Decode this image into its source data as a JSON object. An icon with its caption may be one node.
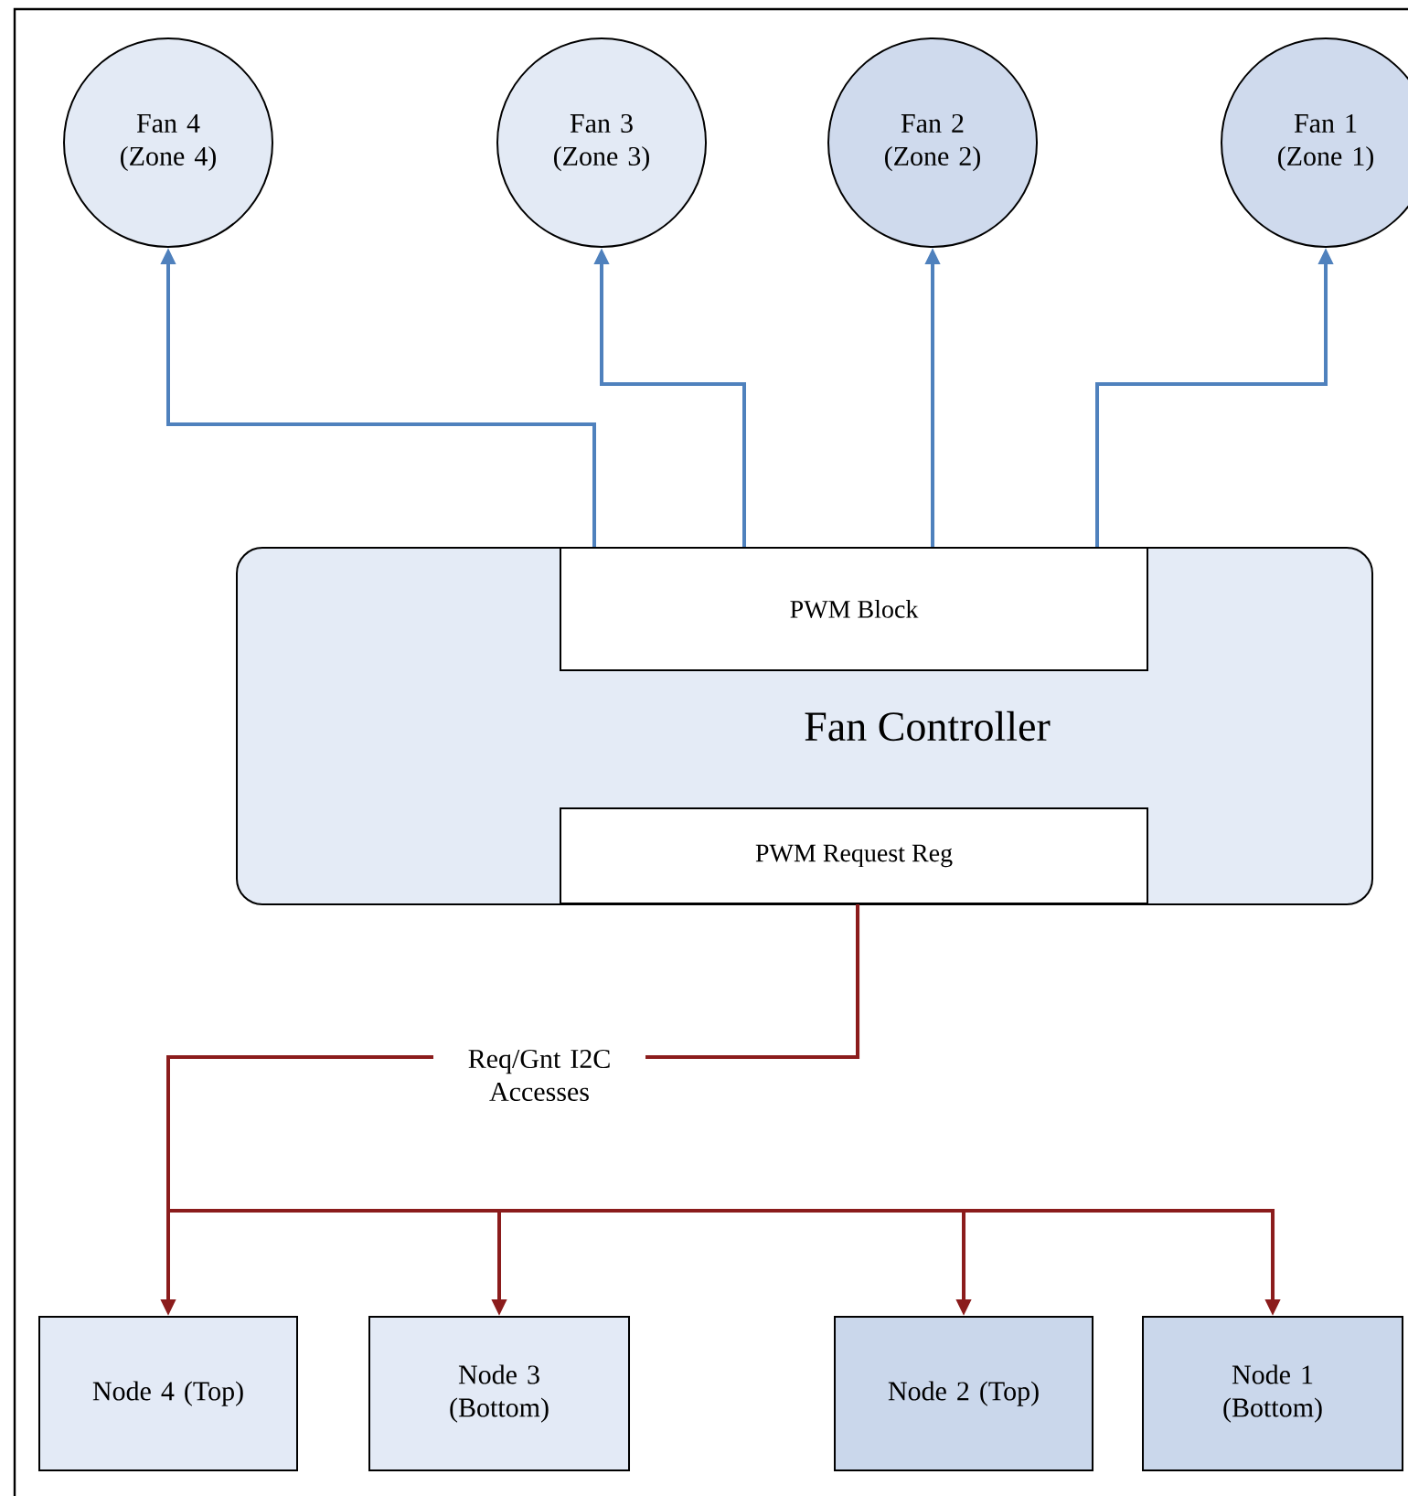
{
  "diagram": {
    "nodes": [
      {
        "text": [
          "Fan 4 (Zone 4)"
        ]
      },
      {
        "text": [
          "Fan 3 (Zone 3)"
        ]
      },
      {
        "text": [
          "Fan 2 (Zone 2)"
        ]
      },
      {
        "text": [
          "Fan 1 (Zone 1)"
        ]
      },
      {
        "text": [
          "Fan Controller"
        ]
      },
      {
        "text": [
          "PWM Block"
        ],
        "in": 4
      },
      {
        "text": [
          "PWM Request Reg"
        ],
        "in": 4
      },
      {
        "text": [
          "Node 4 (Top)"
        ]
      },
      {
        "text": [
          "Node 3 (Bottom)"
        ]
      },
      {
        "text": [
          "Node 2 (Top)"
        ]
      },
      {
        "text": [
          "Node 1 (Bottom)"
        ]
      }
    ],
    "edges": [
      {
        "from": 5,
        "to": 0,
        "arrow": "to",
        "color": "#4f81bd"
      },
      {
        "from": 5,
        "to": 1,
        "arrow": "to",
        "color": "#4f81bd"
      },
      {
        "from": 5,
        "to": 2,
        "arrow": "to",
        "color": "#4f81bd"
      },
      {
        "from": 5,
        "to": 3,
        "arrow": "to",
        "color": "#4f81bd"
      },
      {
        "from": 6,
        "to": 7,
        "arrow": "to",
        "color": "#8b1c1c",
        "label": "Req/Gnt I2C Accesses"
      },
      {
        "from": 6,
        "to": 8,
        "arrow": "to",
        "color": "#8b1c1c"
      },
      {
        "from": 6,
        "to": 9,
        "arrow": "to",
        "color": "#8b1c1c"
      },
      {
        "from": 6,
        "to": 10,
        "arrow": "to",
        "color": "#8b1c1c"
      }
    ]
  }
}
